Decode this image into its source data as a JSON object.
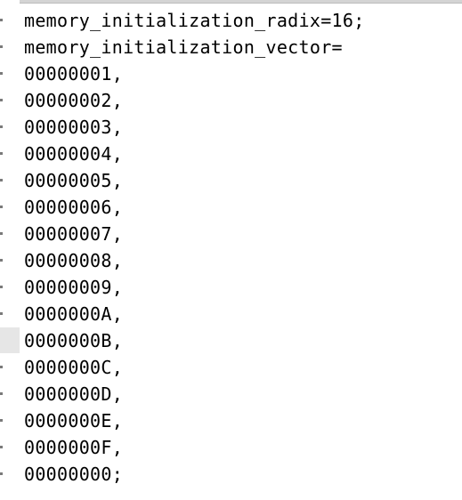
{
  "editor": {
    "lines": [
      "memory_initialization_radix=16;",
      "memory_initialization_vector=",
      "00000001,",
      "00000002,",
      "00000003,",
      "00000004,",
      "00000005,",
      "00000006,",
      "00000007,",
      "00000008,",
      "00000009,",
      "0000000A,",
      "0000000B,",
      "0000000C,",
      "0000000D,",
      "0000000E,",
      "0000000F,",
      "00000000;"
    ]
  }
}
